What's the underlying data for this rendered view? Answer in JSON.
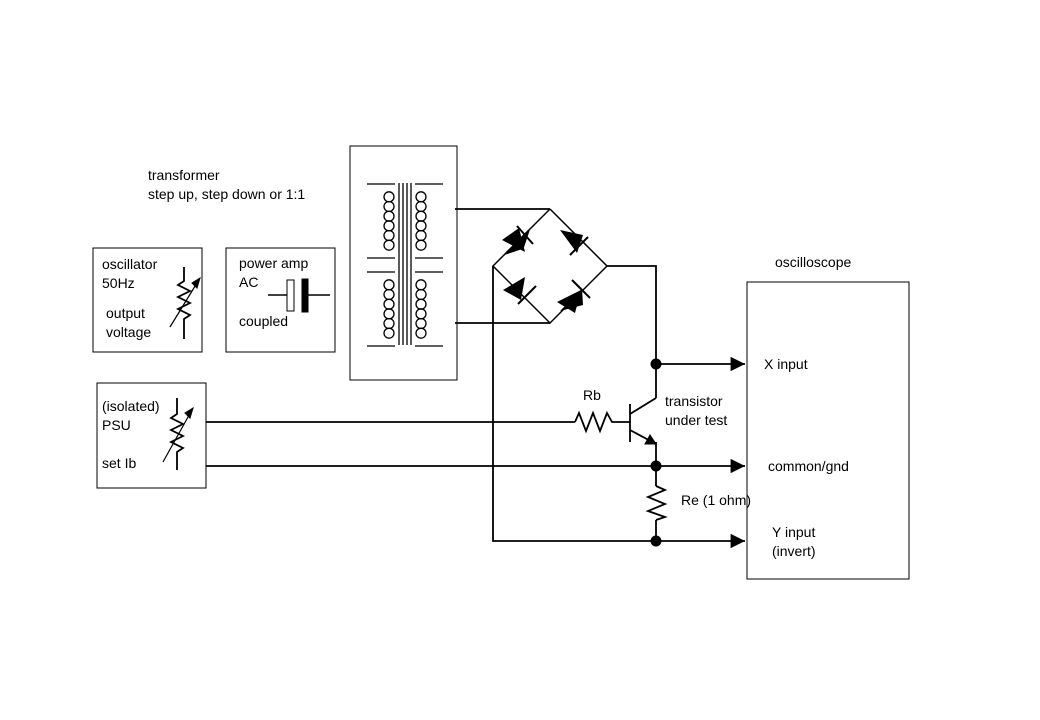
{
  "diagram": {
    "transformer_label_line1": "transformer",
    "transformer_label_line2": "step up, step down or 1:1",
    "oscillator_line1": "oscillator",
    "oscillator_line2": "50Hz",
    "oscillator_line3": "output",
    "oscillator_line4": "voltage",
    "power_amp_line1": "power amp",
    "power_amp_line2": "AC",
    "power_amp_line3": "coupled",
    "psu_line1": "(isolated)",
    "psu_line2": "PSU",
    "psu_line3": "set Ib",
    "rb_label": "Rb",
    "transistor_line1": "transistor",
    "transistor_line2": "under test",
    "re_label": "Re (1 ohm)",
    "oscilloscope_label": "oscilloscope",
    "x_input_label": "X input",
    "common_label": "common/gnd",
    "y_input_line1": "Y input",
    "y_input_line2": "(invert)"
  }
}
